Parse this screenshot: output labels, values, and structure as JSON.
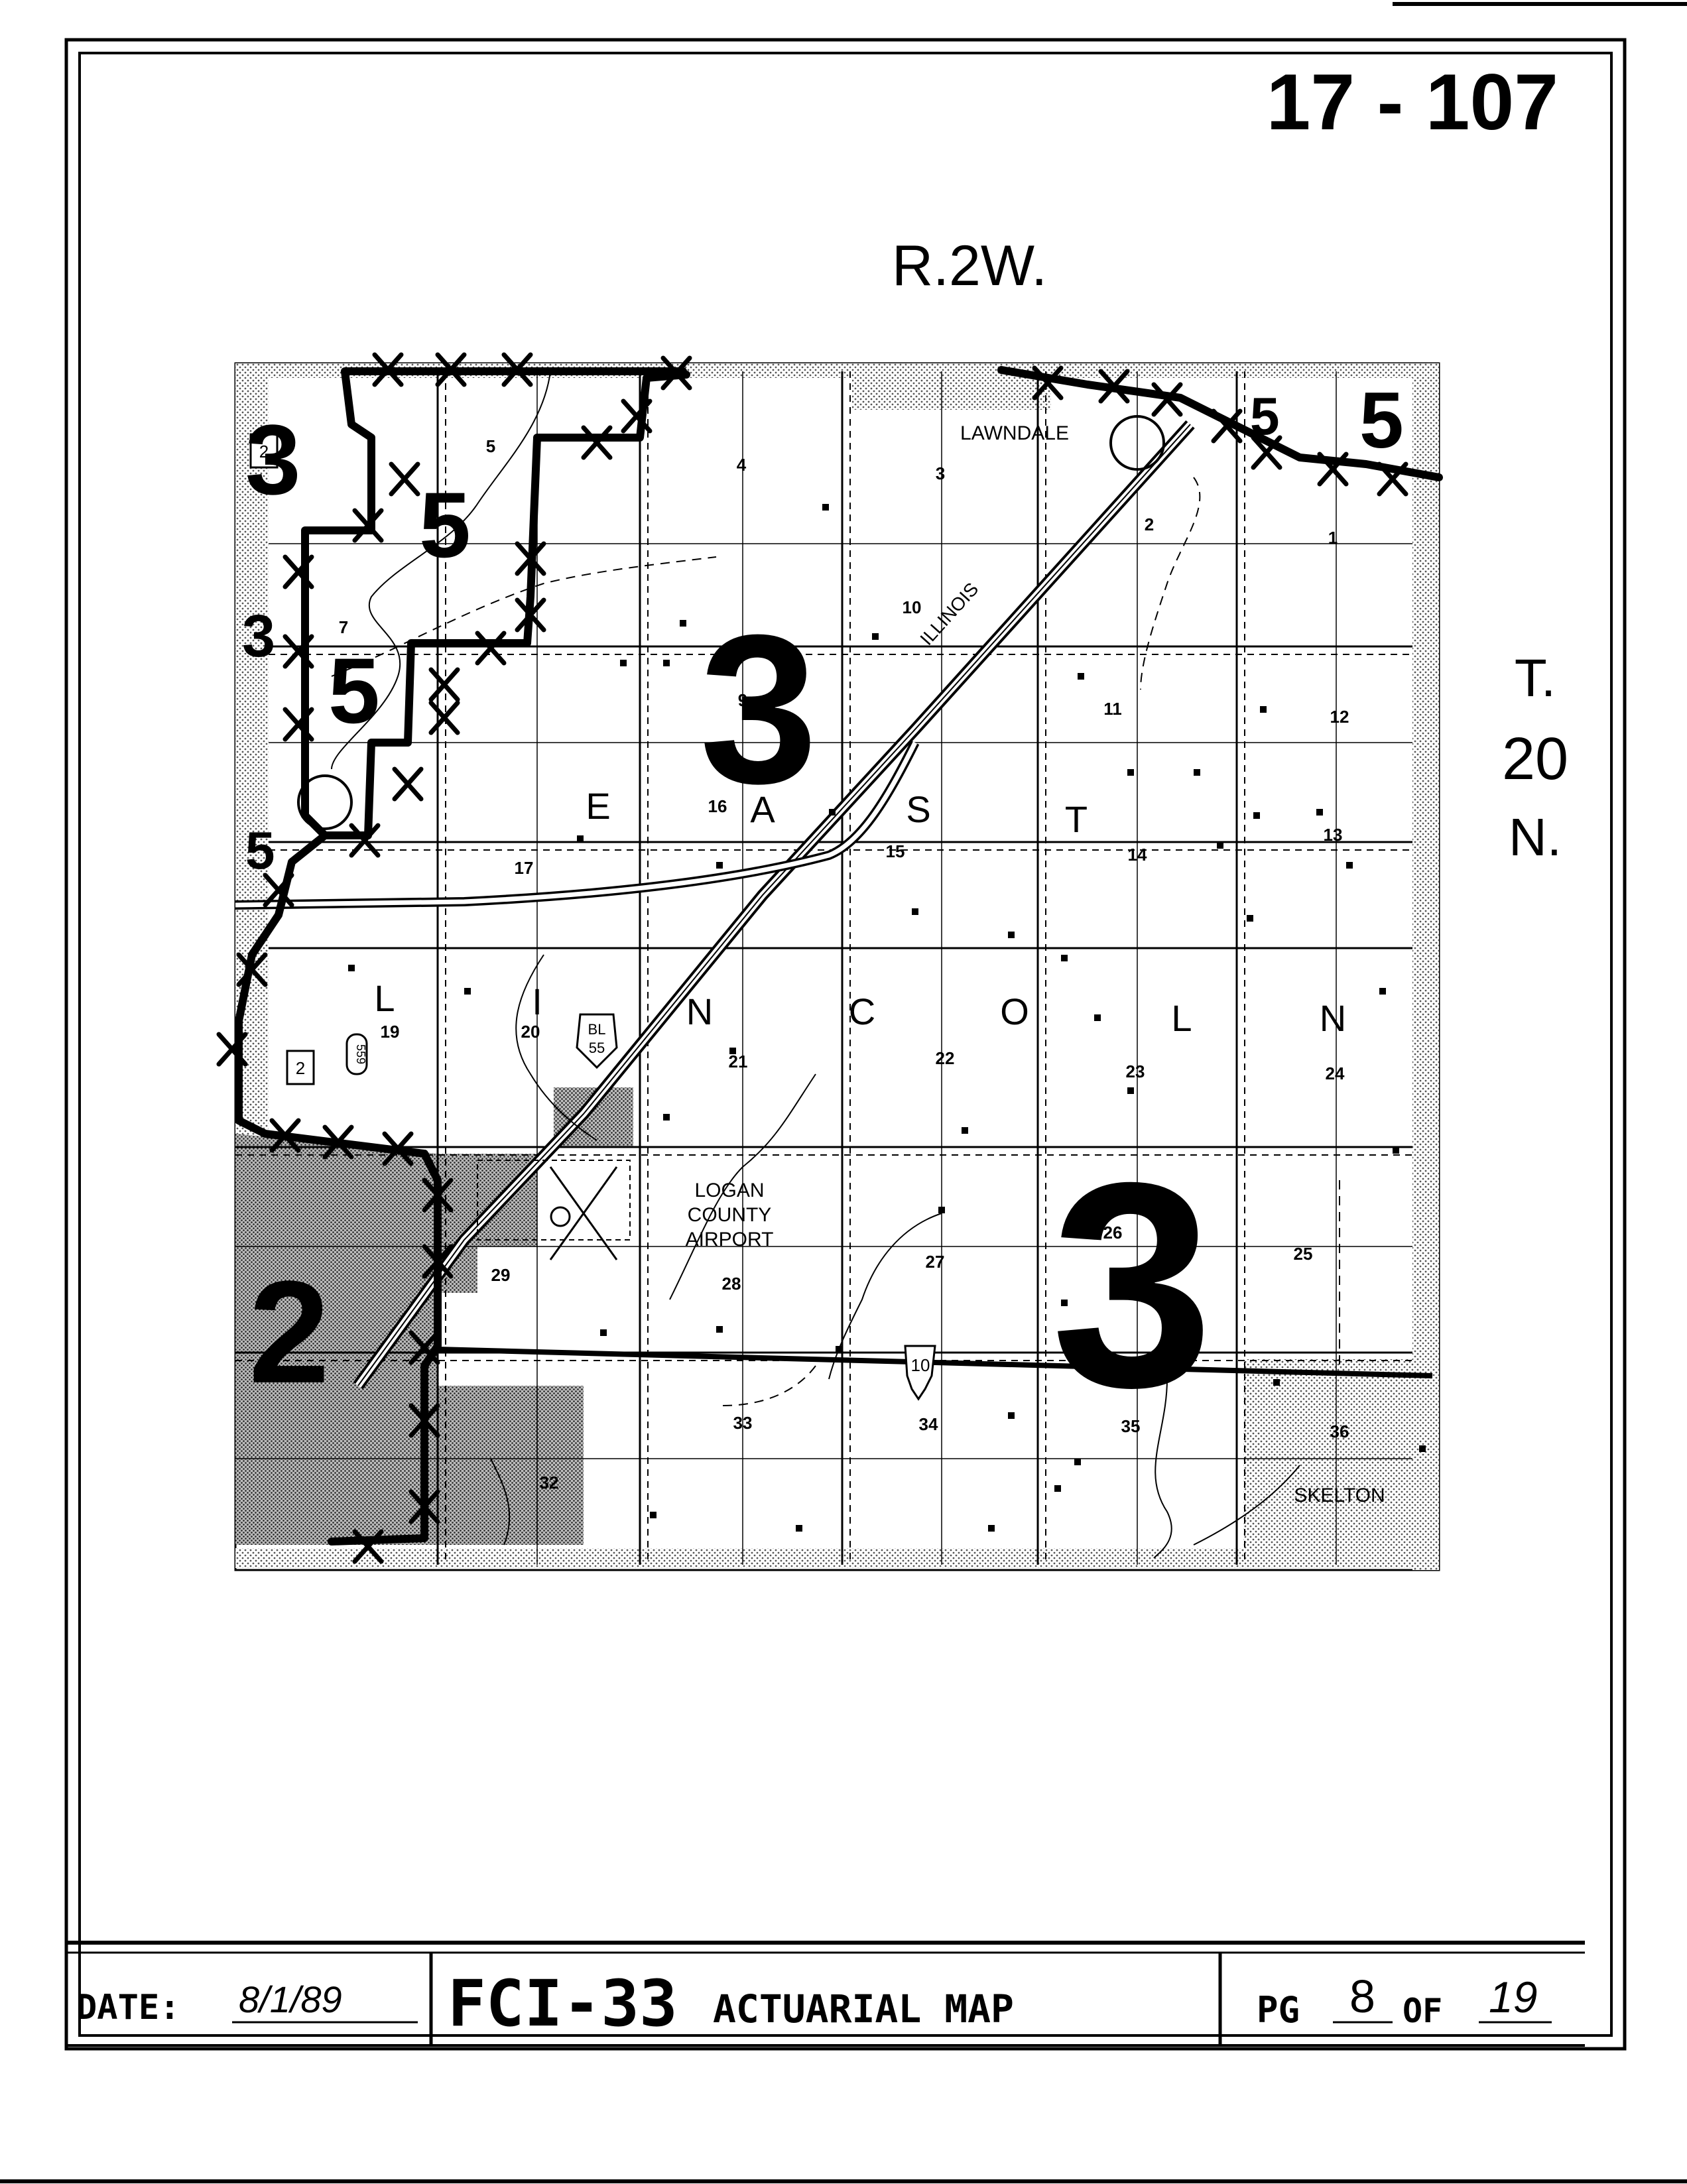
{
  "document_number": "17 - 107",
  "range_label": "R.2W.",
  "township_label": [
    "T.",
    "20",
    "N."
  ],
  "township_name_letters": [
    "E",
    "A",
    "S",
    "T",
    "L",
    "I",
    "N",
    "C",
    "O",
    "L",
    "N"
  ],
  "place_labels": {
    "lawndale": "LAWNDALE",
    "skelton": "SKELTON",
    "airport": [
      "LOGAN",
      "COUNTY",
      "AIRPORT"
    ],
    "highway": "ILLINOIS"
  },
  "route_shields": {
    "state_10": "10",
    "business_55": [
      "BL",
      "55"
    ],
    "county_559": "559",
    "county_2": "2"
  },
  "sections": [
    "1",
    "2",
    "3",
    "4",
    "5",
    "7",
    "9",
    "10",
    "11",
    "12",
    "13",
    "14",
    "15",
    "16",
    "17",
    "19",
    "20",
    "21",
    "22",
    "23",
    "24",
    "25",
    "26",
    "27",
    "28",
    "29",
    "32",
    "33",
    "34",
    "35",
    "36"
  ],
  "zone_marks": {
    "zone_3": "3",
    "zone_5": "5",
    "zone_2": "2"
  },
  "footer": {
    "date_label": "DATE:",
    "date_value": "8/1/89",
    "title_code": "FCI-33",
    "title_text": "ACTUARIAL MAP",
    "page_label": "PG",
    "page_number": "8",
    "page_of": "OF",
    "page_total": "19"
  }
}
